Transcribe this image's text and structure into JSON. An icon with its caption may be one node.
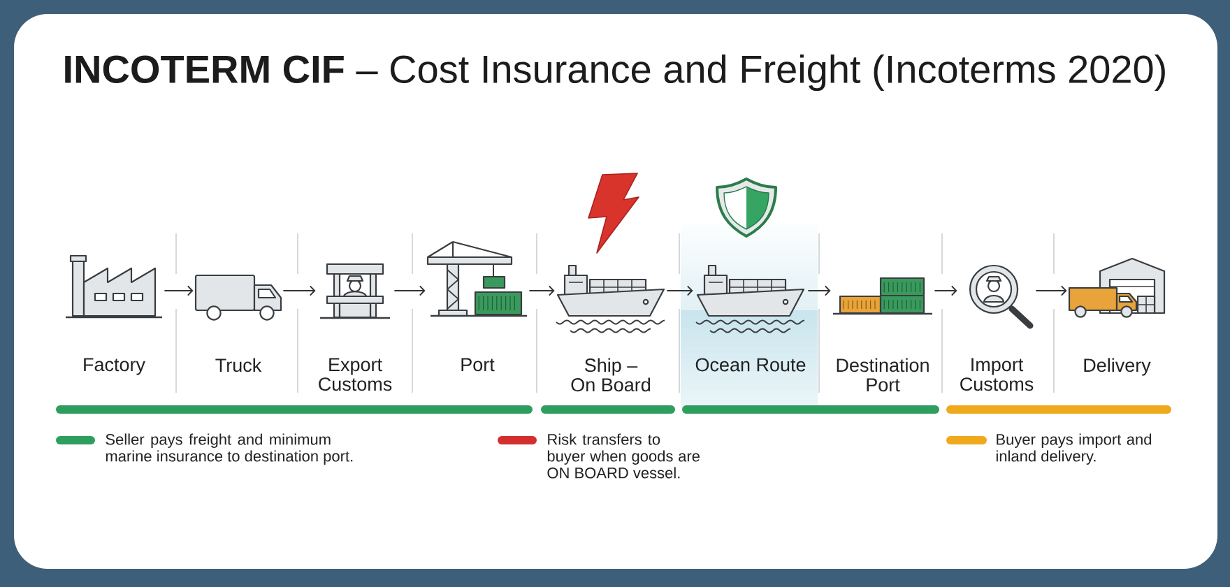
{
  "diagram": {
    "title": "**INCOTERM CIF** – Cost Insurance and Freight (Incoterms 2020)",
    "nodes": [
      {
        "text": [
          "Factory"
        ]
      },
      {
        "text": [
          "Truck"
        ]
      },
      {
        "text": [
          "Export Customs"
        ]
      },
      {
        "text": [
          "Port"
        ]
      },
      {
        "text": [
          "Ship – On Board"
        ]
      },
      {
        "text": [
          "Ocean Route"
        ]
      },
      {
        "text": [
          "Destination Port"
        ]
      },
      {
        "text": [
          "Import Customs"
        ]
      },
      {
        "text": [
          "Delivery"
        ]
      }
    ],
    "edges": [
      {
        "from": 0,
        "to": 1,
        "arrow": "to"
      },
      {
        "from": 1,
        "to": 2,
        "arrow": "to"
      },
      {
        "from": 2,
        "to": 3,
        "arrow": "to"
      },
      {
        "from": 3,
        "to": 4,
        "arrow": "to"
      },
      {
        "from": 4,
        "to": 5,
        "arrow": "to"
      },
      {
        "from": 5,
        "to": 6,
        "arrow": "to"
      },
      {
        "from": 6,
        "to": 7,
        "arrow": "to"
      },
      {
        "from": 7,
        "to": 8,
        "arrow": "to"
      }
    ],
    "legend": [
      {
        "text": "Seller pays freight and minimum marine insurance to destination port.",
        "color": "#2e9e5e"
      },
      {
        "text": "Risk transfers to buyer when goods are ON BOARD vessel.",
        "color": "#d32f2f"
      },
      {
        "text": "Buyer pays import and inland delivery.",
        "color": "#f0a81c"
      }
    ]
  }
}
